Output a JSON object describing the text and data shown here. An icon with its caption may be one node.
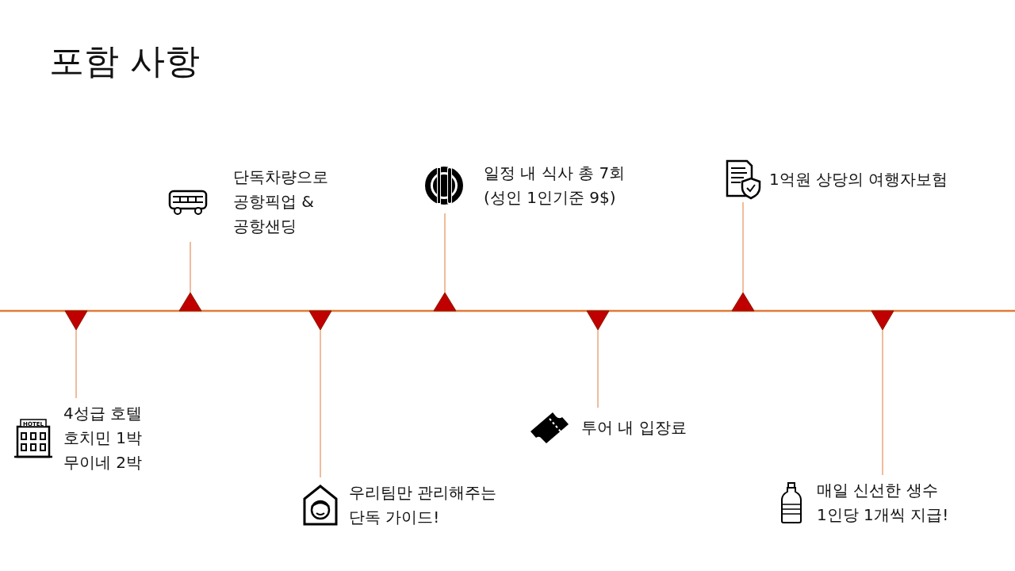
{
  "diagram": {
    "title": "포함 사항",
    "nodes": [
      {
        "text": [
          "4성급 호텔 호치민 1박 무이네 2박"
        ]
      },
      {
        "text": [
          "단독차량으로 공항픽업 & 공항샌딩"
        ]
      },
      {
        "text": [
          "우리팀만 관리해주는 단독 가이드!"
        ]
      },
      {
        "text": [
          "일정 내 식사 총 7회 (성인 1인기준 9$)"
        ]
      },
      {
        "text": [
          "투어 내 입장료"
        ]
      },
      {
        "text": [
          "1억원 상당의 여행자보험"
        ]
      },
      {
        "text": [
          "매일 신선한 생수 1인당 1개씩 지급!"
        ]
      },
      {
        "text": [],
        "shape": "triangle"
      },
      {
        "text": [],
        "shape": "triangle"
      },
      {
        "text": [],
        "shape": "triangle"
      },
      {
        "text": [],
        "shape": "triangle"
      },
      {
        "text": [],
        "shape": "triangle"
      },
      {
        "text": [],
        "shape": "triangle"
      },
      {
        "text": [],
        "shape": "triangle"
      }
    ],
    "edges": [
      {
        "from": 7,
        "to": 0,
        "arrow": "none"
      },
      {
        "from": 8,
        "to": 1,
        "arrow": "none"
      },
      {
        "from": 9,
        "to": 2,
        "arrow": "none"
      },
      {
        "from": 10,
        "to": 3,
        "arrow": "none"
      },
      {
        "from": 11,
        "to": 4,
        "arrow": "none"
      },
      {
        "from": 12,
        "to": 5,
        "arrow": "none"
      },
      {
        "from": 13,
        "to": 6,
        "arrow": "none"
      }
    ],
    "labels": [
      "HOTEL"
    ]
  }
}
